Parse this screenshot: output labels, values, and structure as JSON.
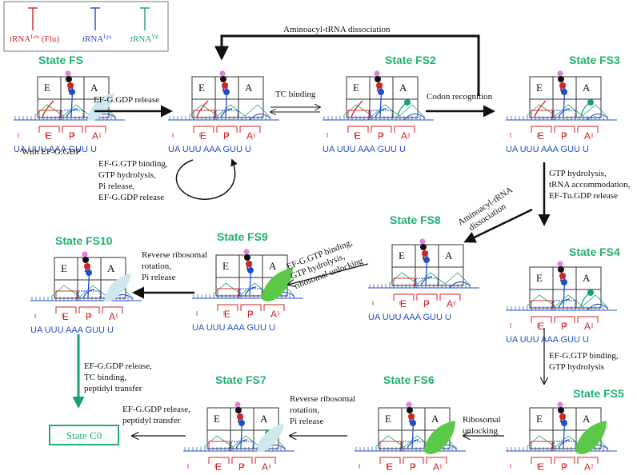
{
  "colors": {
    "leu": "#d22222",
    "lys": "#1f4fc8",
    "val": "#19a36a",
    "state_label": "#20b070",
    "ef_g_gdp": "#cfe8ef",
    "ef_g_gtp": "#5cc84a",
    "frame": "#333333",
    "highlight": "#e080e0"
  },
  "legend": {
    "items": [
      {
        "label": "tRNA",
        "sup": "Leu",
        "suffix": " (Flu)",
        "color": "#d22222"
      },
      {
        "label": "tRNA",
        "sup": "Lys",
        "suffix": "",
        "color": "#1f4fc8"
      },
      {
        "label": "tRNA",
        "sup": "Val",
        "suffix": "",
        "color": "#19a36a"
      }
    ]
  },
  "sites": {
    "top": [
      "E",
      "P",
      "A"
    ],
    "bottom": [
      "E",
      "P",
      "A"
    ]
  },
  "sequence": "UA UUU AAA GUU U",
  "states": [
    {
      "label": "State FS",
      "note": "With EF-G.GDP"
    },
    {
      "label": "",
      "note": ""
    },
    {
      "label": "State FS2",
      "note": ""
    },
    {
      "label": "State FS3",
      "note": ""
    },
    {
      "label": "State FS4",
      "note": ""
    },
    {
      "label": "State FS5",
      "note": ""
    },
    {
      "label": "State FS6",
      "note": ""
    },
    {
      "label": "State FS7",
      "note": ""
    },
    {
      "label": "State FS8",
      "note": ""
    },
    {
      "label": "State FS9",
      "note": ""
    },
    {
      "label": "State FS10",
      "note": ""
    }
  ],
  "final_state": "State C0",
  "steps": {
    "fs_to_blank": [
      "EF-G.GDP release"
    ],
    "tc_binding": [
      "TC binding"
    ],
    "codon_recognition": [
      "Codon recognition"
    ],
    "dissociation_top": [
      "Aminoacyl-tRNA  dissociation"
    ],
    "self_cycle": [
      "EF-G.GTP binding,",
      "GTP hydrolysis,",
      "Pi release,",
      "EF-G.GDP release"
    ],
    "fs3_to_fs4": [
      "GTP hydrolysis,",
      "tRNA accommodation,",
      "EF-Tu.GDP release"
    ],
    "fs4_to_fs5": [
      "EF-G.GTP binding,",
      "GTP hydrolysis"
    ],
    "fs5_to_fs6": [
      "Ribosomal",
      "unlocking"
    ],
    "fs6_to_fs7": [
      "Reverse ribosomal",
      "rotation,",
      "Pi release"
    ],
    "fs7_to_c0": [
      "EF-G.GDP release,",
      "peptidyl transfer"
    ],
    "fs4_to_fs8": [
      "Aminoacyl-tRNA",
      "dissociation"
    ],
    "fs8_to_fs9": [
      "EF-G.GTP binding,",
      "GTP hydrolysis,",
      "ribosomal unlocking"
    ],
    "fs9_to_fs10": [
      "Reverse ribosomal",
      "rotation,",
      "Pi release"
    ],
    "fs10_to_c0": [
      "EF-G.GDP release,",
      "TC binding,",
      "peptidyl transfer"
    ]
  }
}
